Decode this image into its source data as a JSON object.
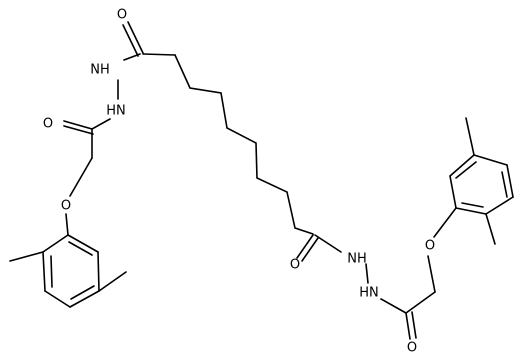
{
  "molecule": {
    "atoms": {
      "o_carbonyl_1": "O",
      "nh_1": "NH",
      "hn_1": "HN",
      "o_carbonyl_2": "O",
      "o_ether_1": "O",
      "o_carbonyl_3": "O",
      "nh_2": "NH",
      "hn_2": "HN",
      "o_carbonyl_4": "O",
      "o_ether_2": "O"
    }
  },
  "colors": {
    "bond": "#000000",
    "label": "#000000",
    "background": "#ffffff"
  }
}
